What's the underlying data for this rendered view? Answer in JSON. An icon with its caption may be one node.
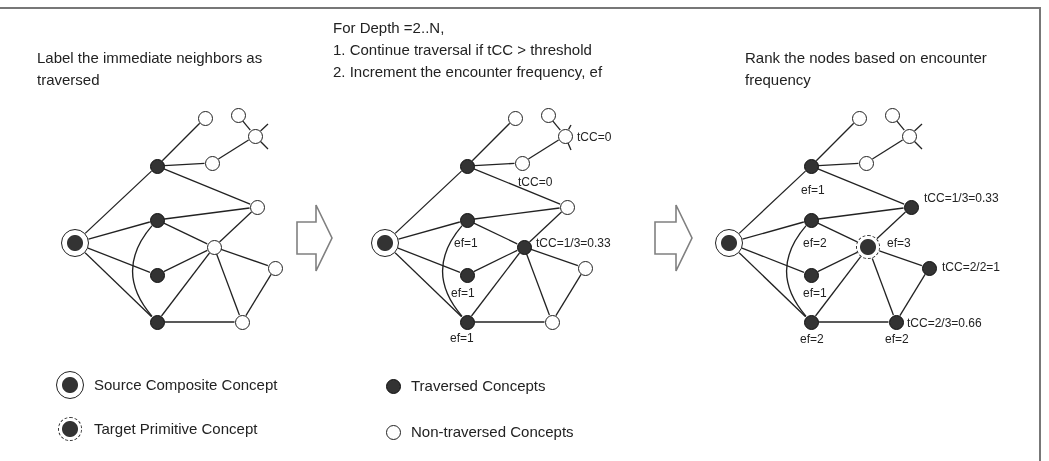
{
  "diagram": {
    "nodes": [
      {
        "text": [
          "Label the immediate neighbors as traversed"
        ]
      },
      {
        "text": [],
        "shape": "circle",
        "in": 0
      },
      {
        "text": [],
        "shape": "circle",
        "in": 0
      },
      {
        "text": [],
        "shape": "circle",
        "in": 0
      },
      {
        "text": [],
        "shape": "circle",
        "in": 0
      },
      {
        "text": [],
        "shape": "circle",
        "in": 0
      },
      {
        "text": [],
        "shape": "circle",
        "in": 0
      },
      {
        "text": [],
        "shape": "circle",
        "in": 0
      },
      {
        "text": [],
        "shape": "circle",
        "in": 0
      },
      {
        "text": [],
        "shape": "circle",
        "in": 0
      },
      {
        "text": [],
        "shape": "circle",
        "in": 0
      },
      {
        "text": [],
        "shape": "circle",
        "in": 0
      },
      {
        "text": [],
        "shape": "circle",
        "in": 0
      },
      {
        "text": [],
        "shape": "circle",
        "in": 0
      },
      {
        "text": [
          "For Depth =2..N,",
          "1. Continue traversal if tCC > threshold",
          "2. Increment the encounter frequency, ef"
        ]
      },
      {
        "text": [],
        "shape": "circle",
        "in": 14
      },
      {
        "text": [],
        "shape": "circle",
        "in": 14
      },
      {
        "text": [],
        "shape": "circle",
        "in": 14
      },
      {
        "text": [],
        "shape": "circle",
        "in": 14
      },
      {
        "text": [],
        "shape": "circle",
        "in": 14,
        "beside": [
          "tCC=0"
        ]
      },
      {
        "text": [],
        "shape": "circle",
        "in": 14,
        "beside": [
          "tCC=0"
        ]
      },
      {
        "text": [],
        "shape": "circle",
        "in": 14
      },
      {
        "text": [],
        "shape": "circle",
        "in": 14,
        "beside": [
          "ef=1"
        ]
      },
      {
        "text": [],
        "shape": "circle",
        "in": 14,
        "beside": [
          "tCC=1/3=0.33"
        ]
      },
      {
        "text": [],
        "shape": "circle",
        "in": 14,
        "beside": [
          "ef=1"
        ]
      },
      {
        "text": [],
        "shape": "circle",
        "in": 14
      },
      {
        "text": [],
        "shape": "circle",
        "in": 14,
        "beside": [
          "ef=1"
        ]
      },
      {
        "text": [],
        "shape": "circle",
        "in": 14
      },
      {
        "text": [
          "Rank the nodes based on encounter frequency"
        ]
      },
      {
        "text": [],
        "shape": "circle",
        "in": 28
      },
      {
        "text": [],
        "shape": "circle",
        "in": 28,
        "beside": [
          "ef=1"
        ]
      },
      {
        "text": [],
        "shape": "circle",
        "in": 28
      },
      {
        "text": [],
        "shape": "circle",
        "in": 28
      },
      {
        "text": [],
        "shape": "circle",
        "in": 28
      },
      {
        "text": [],
        "shape": "circle",
        "in": 28
      },
      {
        "text": [],
        "shape": "circle",
        "in": 28,
        "beside": [
          "tCC=1/3=0.33"
        ]
      },
      {
        "text": [],
        "shape": "circle",
        "in": 28,
        "beside": [
          "ef=2"
        ]
      },
      {
        "text": [],
        "shape": "circle",
        "in": 28,
        "beside": [
          "ef=3"
        ]
      },
      {
        "text": [],
        "shape": "circle",
        "in": 28,
        "beside": [
          "ef=1"
        ]
      },
      {
        "text": [],
        "shape": "circle",
        "in": 28,
        "beside": [
          "tCC=2/2=1"
        ]
      },
      {
        "text": [],
        "shape": "circle",
        "in": 28,
        "beside": [
          "ef=2"
        ]
      },
      {
        "text": [],
        "shape": "circle",
        "in": 28,
        "beside": [
          "tCC=2/3=0.66",
          "ef=2"
        ]
      }
    ],
    "edges": [
      {
        "from": 0,
        "to": 14,
        "arrow": "to",
        "style": "thick",
        "color": "#808080"
      },
      {
        "from": 14,
        "to": 28,
        "arrow": "to",
        "style": "thick",
        "color": "#808080"
      },
      {
        "from": 1,
        "to": 2,
        "arrow": "none"
      },
      {
        "from": 1,
        "to": 8,
        "arrow": "none"
      },
      {
        "from": 1,
        "to": 10,
        "arrow": "none"
      },
      {
        "from": 1,
        "to": 12,
        "arrow": "none"
      },
      {
        "from": 2,
        "to": 3,
        "arrow": "none"
      },
      {
        "from": 2,
        "to": 6,
        "arrow": "none"
      },
      {
        "from": 6,
        "to": 5,
        "arrow": "none"
      },
      {
        "from": 4,
        "to": 5,
        "arrow": "none"
      },
      {
        "from": 5,
        "to": null,
        "arrow": "none"
      },
      {
        "from": 5,
        "to": null,
        "arrow": "none"
      },
      {
        "from": 2,
        "to": 7,
        "arrow": "none"
      },
      {
        "from": 8,
        "to": 7,
        "arrow": "none"
      },
      {
        "from": 8,
        "to": 9,
        "arrow": "none"
      },
      {
        "from": 8,
        "to": 12,
        "arrow": "none"
      },
      {
        "from": 10,
        "to": 9,
        "arrow": "none"
      },
      {
        "from": 12,
        "to": 9,
        "arrow": "none"
      },
      {
        "from": 12,
        "to": 13,
        "arrow": "none"
      },
      {
        "from": 9,
        "to": 7,
        "arrow": "none"
      },
      {
        "from": 9,
        "to": 11,
        "arrow": "none"
      },
      {
        "from": 9,
        "to": 13,
        "arrow": "none"
      },
      {
        "from": 11,
        "to": 13,
        "arrow": "none"
      },
      {
        "from": 15,
        "to": 16,
        "arrow": "none"
      },
      {
        "from": 15,
        "to": 22,
        "arrow": "none"
      },
      {
        "from": 15,
        "to": 24,
        "arrow": "none"
      },
      {
        "from": 15,
        "to": 26,
        "arrow": "none"
      },
      {
        "from": 16,
        "to": 17,
        "arrow": "none"
      },
      {
        "from": 16,
        "to": 20,
        "arrow": "none"
      },
      {
        "from": 20,
        "to": 19,
        "arrow": "none"
      },
      {
        "from": 18,
        "to": 19,
        "arrow": "none"
      },
      {
        "from": 19,
        "to": null,
        "arrow": "none"
      },
      {
        "from": 19,
        "to": null,
        "arrow": "none"
      },
      {
        "from": 16,
        "to": 21,
        "arrow": "none"
      },
      {
        "from": 22,
        "to": 21,
        "arrow": "none"
      },
      {
        "from": 22,
        "to": 23,
        "arrow": "none"
      },
      {
        "from": 22,
        "to": 26,
        "arrow": "none"
      },
      {
        "from": 24,
        "to": 23,
        "arrow": "none"
      },
      {
        "from": 26,
        "to": 23,
        "arrow": "none"
      },
      {
        "from": 26,
        "to": 27,
        "arrow": "none"
      },
      {
        "from": 23,
        "to": 21,
        "arrow": "none"
      },
      {
        "from": 23,
        "to": 25,
        "arrow": "none"
      },
      {
        "from": 23,
        "to": 27,
        "arrow": "none"
      },
      {
        "from": 25,
        "to": 27,
        "arrow": "none"
      },
      {
        "from": 29,
        "to": 30,
        "arrow": "none"
      },
      {
        "from": 29,
        "to": 36,
        "arrow": "none"
      },
      {
        "from": 29,
        "to": 38,
        "arrow": "none"
      },
      {
        "from": 29,
        "to": 40,
        "arrow": "none"
      },
      {
        "from": 30,
        "to": 31,
        "arrow": "none"
      },
      {
        "from": 30,
        "to": 34,
        "arrow": "none"
      },
      {
        "from": 34,
        "to": 33,
        "arrow": "none"
      },
      {
        "from": 32,
        "to": 33,
        "arrow": "none"
      },
      {
        "from": 33,
        "to": null,
        "arrow": "none"
      },
      {
        "from": 33,
        "to": null,
        "arrow": "none"
      },
      {
        "from": 30,
        "to": 35,
        "arrow": "none"
      },
      {
        "from": 36,
        "to": 35,
        "arrow": "none"
      },
      {
        "from": 36,
        "to": 37,
        "arrow": "none"
      },
      {
        "from": 36,
        "to": 40,
        "arrow": "none"
      },
      {
        "from": 38,
        "to": 37,
        "arrow": "none"
      },
      {
        "from": 40,
        "to": 37,
        "arrow": "none"
      },
      {
        "from": 40,
        "to": 41,
        "arrow": "none"
      },
      {
        "from": 37,
        "to": 35,
        "arrow": "none"
      },
      {
        "from": 37,
        "to": 39,
        "arrow": "none"
      },
      {
        "from": 37,
        "to": 41,
        "arrow": "none"
      },
      {
        "from": 39,
        "to": 41,
        "arrow": "none"
      }
    ],
    "legend": [
      {
        "text": "Source Composite Concept"
      },
      {
        "text": "Target Primitive Concept"
      },
      {
        "text": "Traversed Concepts"
      },
      {
        "text": "Non-traversed Concepts"
      }
    ]
  }
}
